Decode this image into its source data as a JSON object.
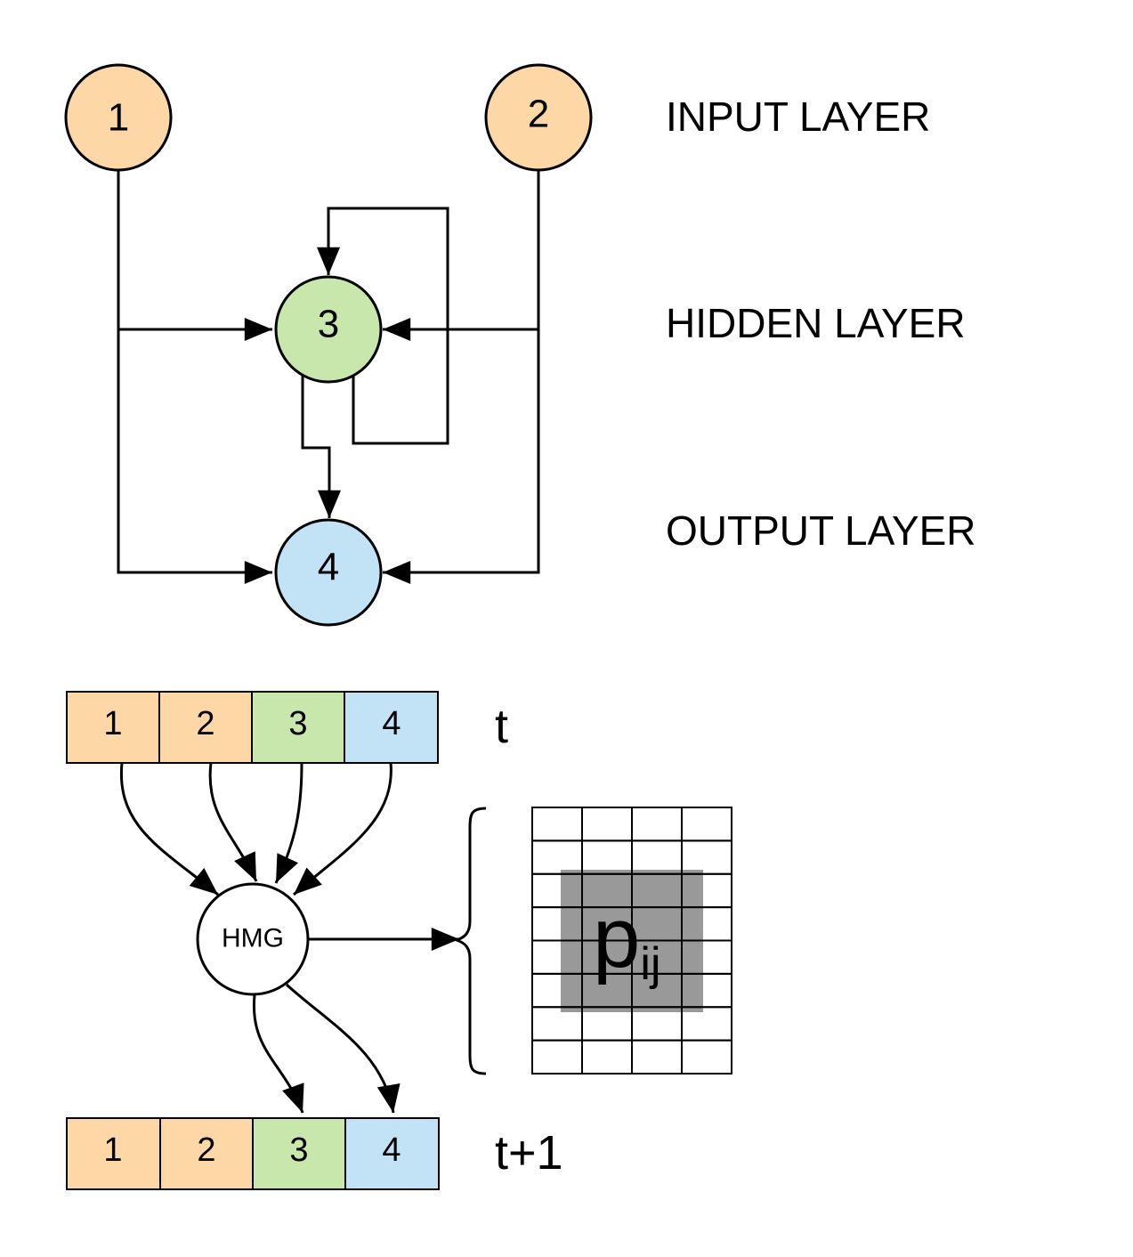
{
  "colors": {
    "input": "#fdd7a5",
    "hidden": "#c7e7ad",
    "output": "#c2e3f6",
    "hmg": "#ffffff",
    "matrix_highlight": "#999999"
  },
  "network": {
    "nodes": [
      {
        "id": "1",
        "label": "1",
        "layer": "input"
      },
      {
        "id": "2",
        "label": "2",
        "layer": "input"
      },
      {
        "id": "3",
        "label": "3",
        "layer": "hidden"
      },
      {
        "id": "4",
        "label": "4",
        "layer": "output"
      }
    ],
    "edges": [
      {
        "from": "1",
        "to": "3"
      },
      {
        "from": "2",
        "to": "3"
      },
      {
        "from": "3",
        "to": "3"
      },
      {
        "from": "1",
        "to": "4"
      },
      {
        "from": "2",
        "to": "4"
      },
      {
        "from": "3",
        "to": "4"
      }
    ],
    "layer_labels": {
      "input": "INPUT LAYER",
      "hidden": "HIDDEN LAYER",
      "output": "OUTPUT LAYER"
    }
  },
  "state_t": {
    "label": "t",
    "cells": [
      "1",
      "2",
      "3",
      "4"
    ]
  },
  "state_t1": {
    "label": "t+1",
    "cells": [
      "1",
      "2",
      "3",
      "4"
    ]
  },
  "hmg": {
    "label": "HMG"
  },
  "matrix": {
    "rows": 8,
    "cols": 4,
    "label_main": "p",
    "label_sub": "ij"
  }
}
